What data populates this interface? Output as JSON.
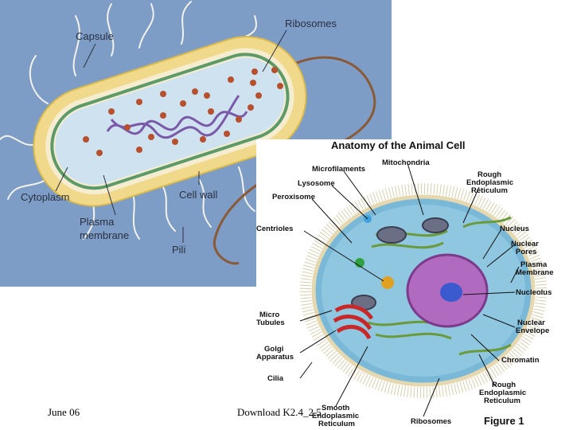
{
  "bacterial_cell": {
    "labels": {
      "capsule": "Capsule",
      "ribosomes": "Ribosomes",
      "cytoplasm": "Cytoplasm",
      "cell_wall": "Cell wall",
      "plasma_membrane_1": "Plasma",
      "plasma_membrane_2": "membrane",
      "pili": "Pili"
    }
  },
  "animal_cell": {
    "title": "Anatomy of the Animal Cell",
    "figure_label": "Figure 1",
    "labels": {
      "microfilaments": "Microfilaments",
      "mitochondria": "Mitochondria",
      "lysosome": "Lysosome",
      "peroxisome": "Peroxisome",
      "rough_er_top_1": "Rough",
      "rough_er_top_2": "Endoplasmic",
      "rough_er_top_3": "Reticulum",
      "centrioles": "Centrioles",
      "nucleus": "Nucleus",
      "nuclear_pores_1": "Nuclear",
      "nuclear_pores_2": "Pores",
      "plasma_membrane_1": "Plasma",
      "plasma_membrane_2": "Membrane",
      "nucleolus": "Nucleolus",
      "micro_tubules_1": "Micro",
      "micro_tubules_2": "Tubules",
      "nuclear_envelope_1": "Nuclear",
      "nuclear_envelope_2": "Envelope",
      "golgi_1": "Golgi",
      "golgi_2": "Apparatus",
      "chromatin": "Chromatin",
      "cilia": "Cilia",
      "rough_er_bottom_1": "Rough",
      "rough_er_bottom_2": "Endoplasmic",
      "rough_er_bottom_3": "Reticulum",
      "smooth_er_1": "Smooth",
      "smooth_er_2": "Endoplasmic",
      "smooth_er_3": "Reticulum",
      "ribosomes": "Ribosomes"
    }
  },
  "footer": {
    "date": "June 06",
    "download": "Download K2.4_2.5"
  },
  "colors": {
    "bact_background": "#7d9cc6",
    "capsule": "#f0d98a",
    "cell_wall": "#f6ecd0",
    "membrane": "#5d9a6a",
    "cytoplasm": "#cfe2f0",
    "ribosome": "#b6502e",
    "dna": "#7a5aa8",
    "animal_cytoplasm": "#7ab8d8",
    "nucleus": "#b06ac0",
    "nucleolus": "#3b5ad0"
  }
}
